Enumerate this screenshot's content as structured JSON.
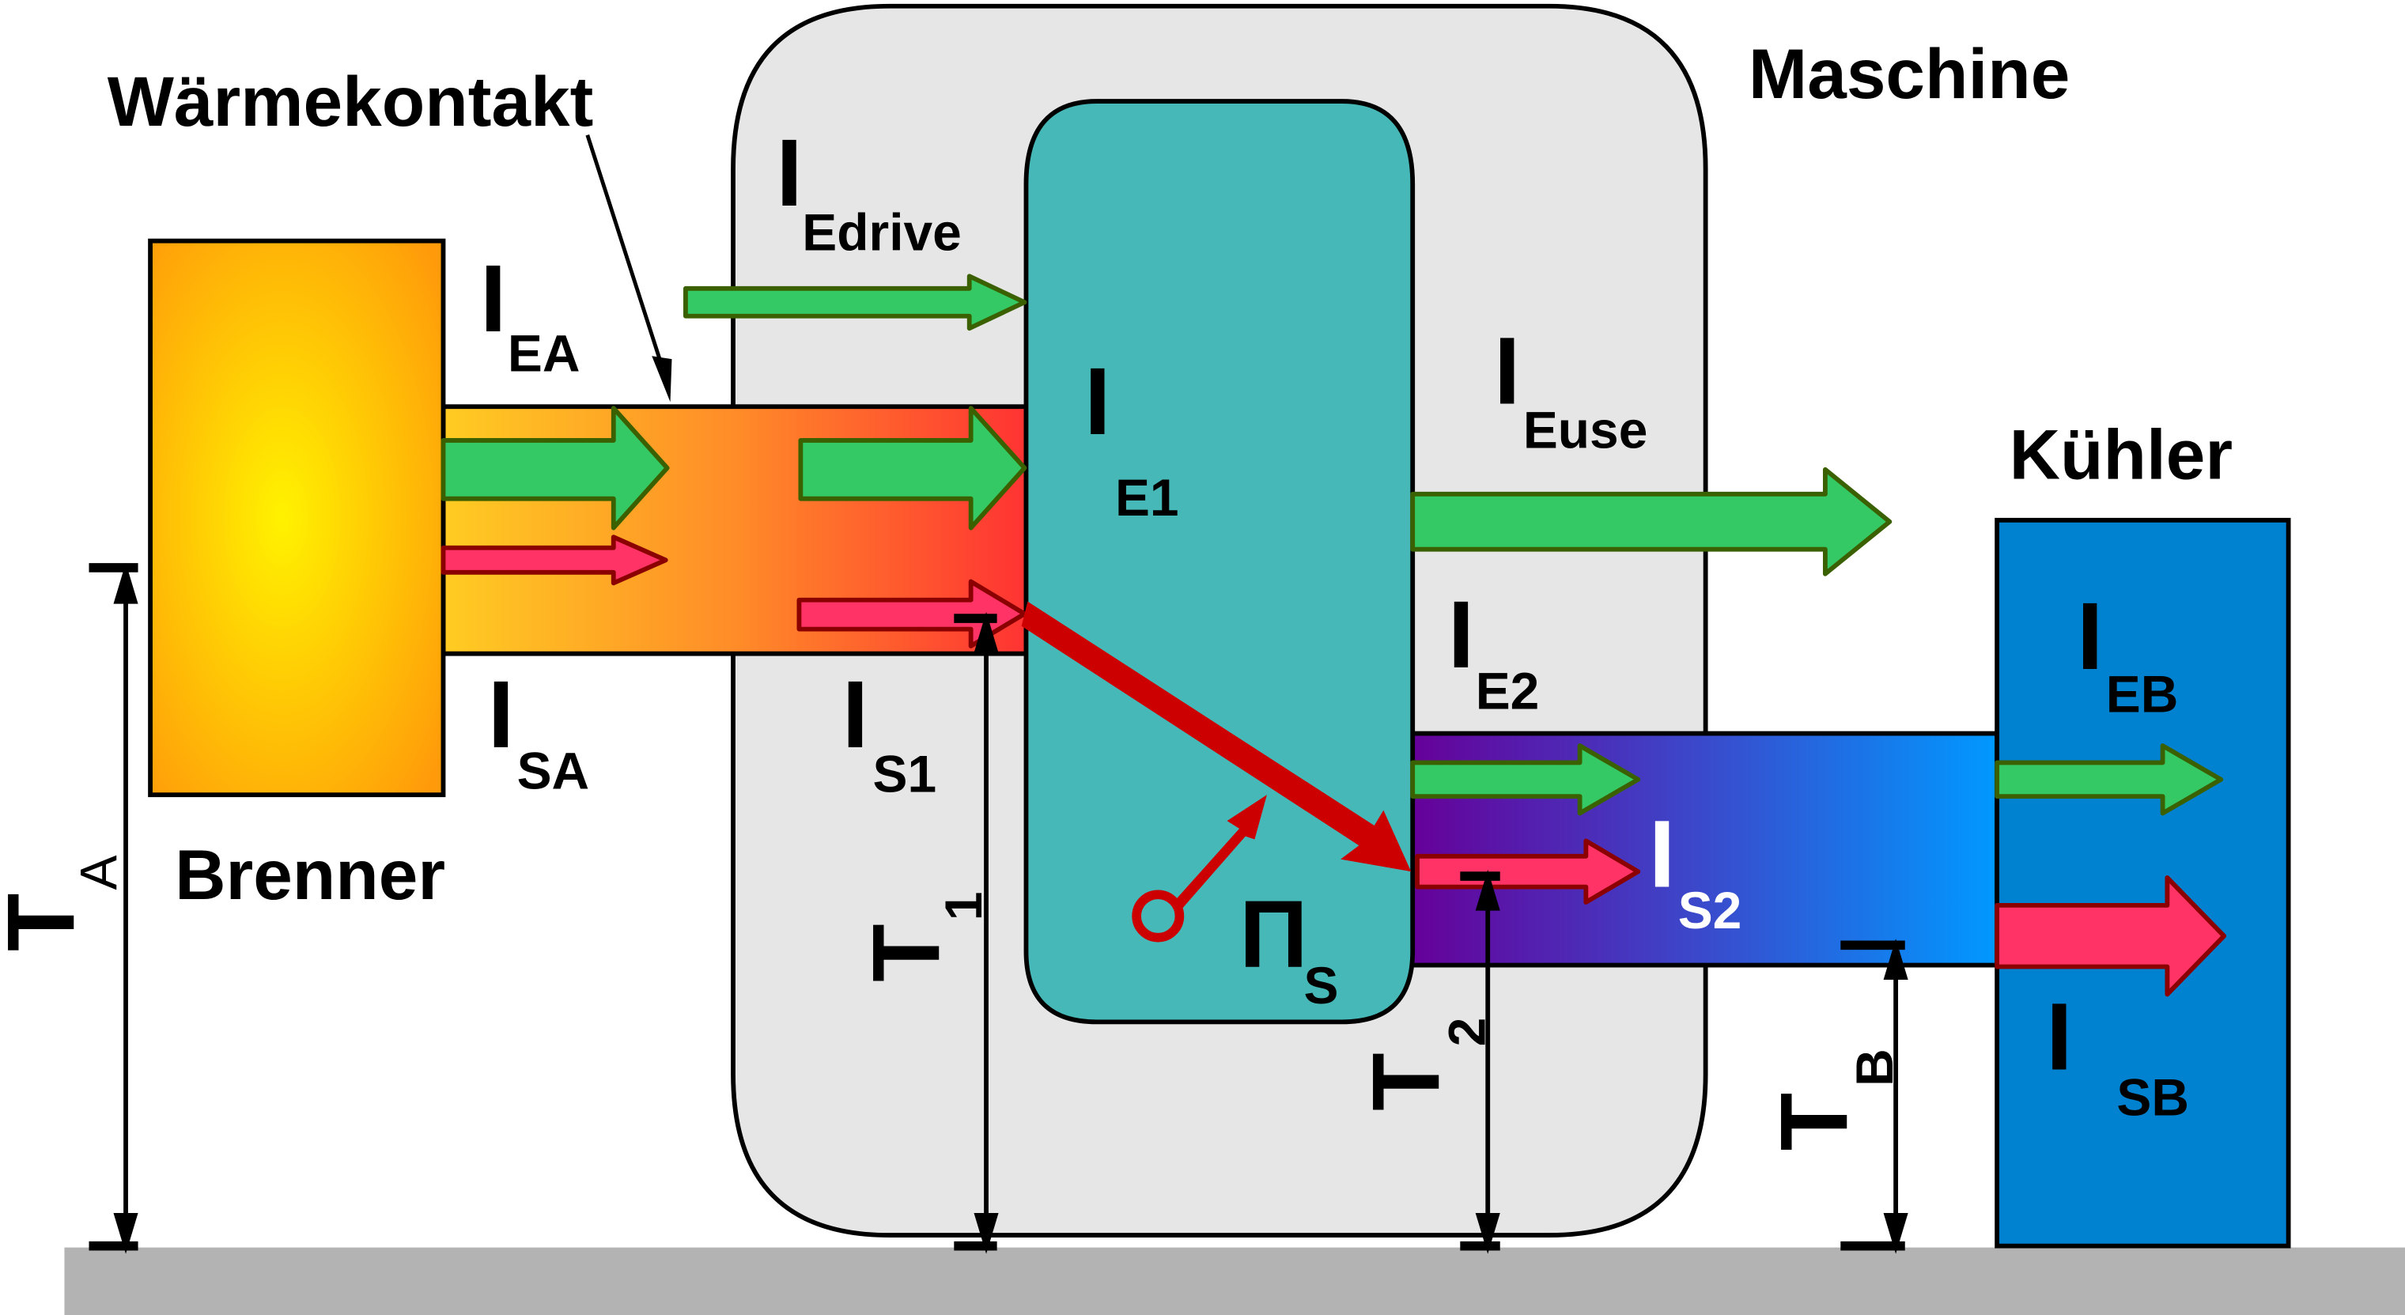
{
  "title": "Wärmekraftmaschine – Energie- und Entropieströme",
  "components": {
    "burner": {
      "label": "Brenner"
    },
    "machine": {
      "label": "Maschine"
    },
    "cooler": {
      "label": "Kühler"
    },
    "contact": {
      "label": "Wärmekontakt"
    }
  },
  "currents": {
    "IEA": {
      "main": "I",
      "sub": "EA"
    },
    "ISA": {
      "main": "I",
      "sub": "SA"
    },
    "IEdrive": {
      "main": "I",
      "sub": "Edrive"
    },
    "IE1": {
      "main": "I",
      "sub": "E1"
    },
    "IS1": {
      "main": "I",
      "sub": "S1"
    },
    "IEuse": {
      "main": "I",
      "sub": "Euse"
    },
    "IE2": {
      "main": "I",
      "sub": "E2"
    },
    "IS2": {
      "main": "I",
      "sub": "S2"
    },
    "IEB": {
      "main": "I",
      "sub": "EB"
    },
    "ISB": {
      "main": "I",
      "sub": "SB"
    }
  },
  "production": {
    "main": "Π",
    "sub": "S"
  },
  "temperatures": {
    "TA": {
      "main": "T",
      "sub": "A"
    },
    "T1": {
      "main": "T",
      "sub": "1"
    },
    "T2": {
      "main": "T",
      "sub": "2"
    },
    "TB": {
      "main": "T",
      "sub": "B"
    }
  },
  "colors": {
    "energy_arrow": "#34C965",
    "energy_stroke": "#3A6000",
    "entropy_arrow": "#FF3366",
    "entropy_stroke": "#8B0000",
    "production": "#CC0000",
    "machine_bg": "#E6E6E6",
    "core": "#47B8B8",
    "cooler": "#0082D0",
    "ground": "#B3B3B3"
  }
}
